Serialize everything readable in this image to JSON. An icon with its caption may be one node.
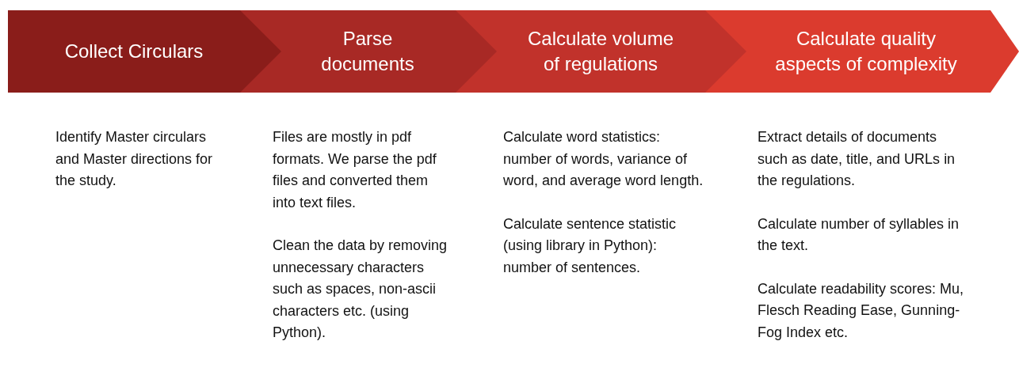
{
  "diagram": {
    "nodes": [
      {
        "text": [
          "Collect Circulars"
        ],
        "beside": [
          "Identify Master circulars and Master directions for the study."
        ]
      },
      {
        "text": [
          "Parse documents"
        ],
        "beside": [
          "Files are mostly in pdf formats. We parse the pdf files and converted them into text files.",
          "Clean the data by removing unnecessary characters such as spaces, non-ascii characters etc.  (using Python)."
        ]
      },
      {
        "text": [
          "Calculate volume of regulations"
        ],
        "beside": [
          "Calculate word statistics: number of words, variance of word, and average word length.",
          "Calculate sentence statistic (using library in Python): number of sentences."
        ]
      },
      {
        "text": [
          "Calculate quality aspects of complexity"
        ],
        "beside": [
          "Extract details of documents such as date, title, and URLs in the regulations.",
          "Calculate number of syllables in the text.",
          "Calculate readability scores: Mu, Flesch Reading Ease, Gunning-Fog Index etc."
        ]
      }
    ]
  }
}
